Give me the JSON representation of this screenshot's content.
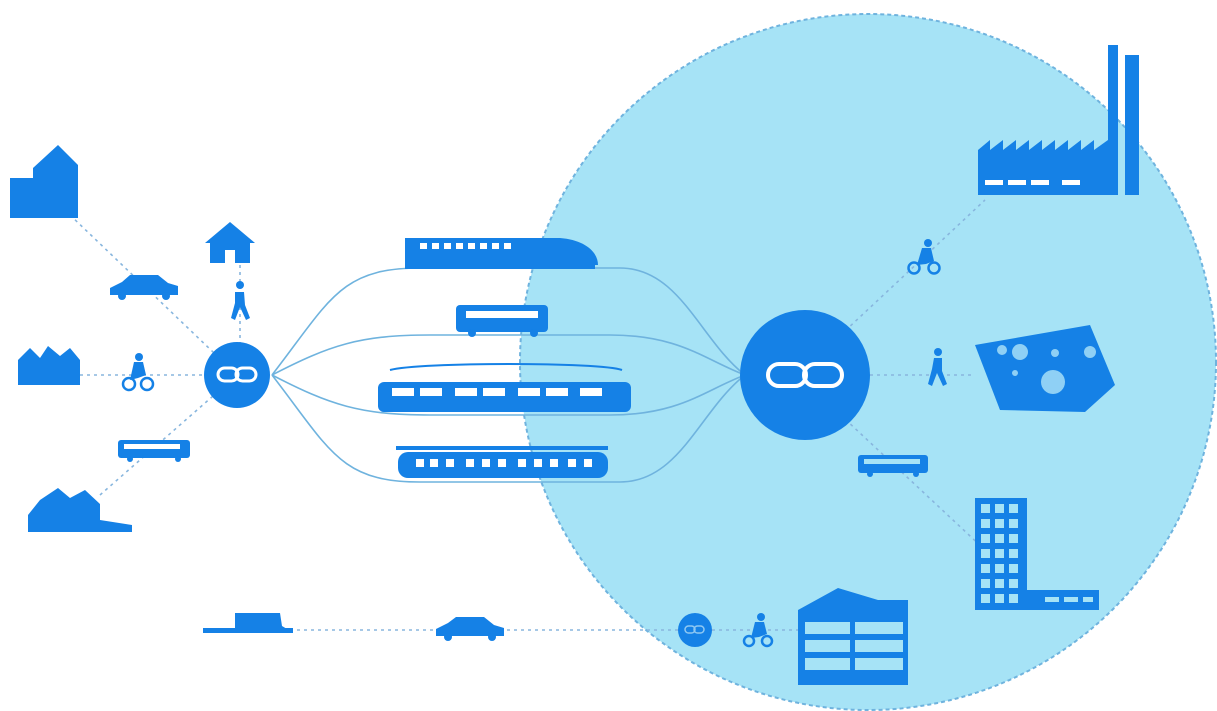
{
  "diagram": {
    "colors": {
      "primary": "#1581e6",
      "zone_fill": "#a6e3f6",
      "zone_edge": "#6fb3de",
      "line": "#88b6de",
      "background": "#ffffff"
    },
    "nodes": [
      {
        "name": "left-hub",
        "icon": "chain-link-icon"
      },
      {
        "name": "right-hub",
        "icon": "chain-link-icon"
      },
      {
        "name": "bottom-hub",
        "icon": "chain-link-icon"
      },
      {
        "name": "origin-house-large",
        "icon": "house-icon"
      },
      {
        "name": "origin-house-small",
        "icon": "house-icon"
      },
      {
        "name": "origin-house-row",
        "icon": "houses-icon"
      },
      {
        "name": "origin-house-cluster",
        "icon": "houses-icon"
      },
      {
        "name": "origin-low-building",
        "icon": "low-building-icon"
      },
      {
        "name": "dest-factory",
        "icon": "factory-icon"
      },
      {
        "name": "dest-park",
        "icon": "park-icon"
      },
      {
        "name": "dest-office",
        "icon": "office-building-icon"
      },
      {
        "name": "dest-warehouse",
        "icon": "warehouse-icon"
      }
    ],
    "transport_modes": [
      {
        "name": "car",
        "icon": "car-icon"
      },
      {
        "name": "walk",
        "icon": "pedestrian-icon"
      },
      {
        "name": "bike",
        "icon": "bicycle-icon"
      },
      {
        "name": "bus",
        "icon": "bus-icon"
      },
      {
        "name": "intercity-train",
        "icon": "train-icon"
      },
      {
        "name": "regional-bus",
        "icon": "bus-icon"
      },
      {
        "name": "tram",
        "icon": "tram-icon"
      },
      {
        "name": "commuter-train",
        "icon": "train-icon"
      }
    ]
  }
}
